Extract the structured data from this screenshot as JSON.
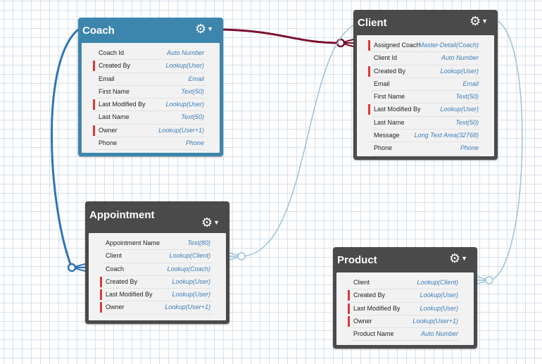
{
  "colors": {
    "coach_header": "#3c86ad",
    "object_header": "#4a4a4a",
    "lookup_link": "#2f74b5",
    "master_detail_link": "#7a1030",
    "light_link": "#9ac3d8",
    "required_marker": "#d9393a",
    "type_text": "#3d7eb8"
  },
  "icons": {
    "settings": "gear-icon",
    "menu": "caret-down-icon"
  },
  "objects": {
    "coach": {
      "title": "Coach",
      "fields": [
        {
          "name": "Coach Id",
          "type": "Auto Number",
          "required": false
        },
        {
          "name": "Created By",
          "type": "Lookup(User)",
          "required": true
        },
        {
          "name": "Email",
          "type": "Email",
          "required": false
        },
        {
          "name": "First Name",
          "type": "Text(50)",
          "required": false
        },
        {
          "name": "Last Modified By",
          "type": "Lookup(User)",
          "required": true
        },
        {
          "name": "Last Name",
          "type": "Text(50)",
          "required": false
        },
        {
          "name": "Owner",
          "type": "Lookup(User+1)",
          "required": true
        },
        {
          "name": "Phone",
          "type": "Phone",
          "required": false
        }
      ]
    },
    "client": {
      "title": "Client",
      "fields": [
        {
          "name": "Assigned Coach",
          "type": "Master-Detail(Coach)",
          "required": true
        },
        {
          "name": "Client Id",
          "type": "Auto Number",
          "required": false
        },
        {
          "name": "Created By",
          "type": "Lookup(User)",
          "required": true
        },
        {
          "name": "Email",
          "type": "Email",
          "required": false
        },
        {
          "name": "First Name",
          "type": "Text(50)",
          "required": false
        },
        {
          "name": "Last Modified By",
          "type": "Lookup(User)",
          "required": true
        },
        {
          "name": "Last Name",
          "type": "Text(50)",
          "required": false
        },
        {
          "name": "Message",
          "type": "Long Text Area(32768)",
          "required": false
        },
        {
          "name": "Phone",
          "type": "Phone",
          "required": false
        }
      ]
    },
    "appointment": {
      "title": "Appointment",
      "fields": [
        {
          "name": "Appointment Name",
          "type": "Text(80)",
          "required": false
        },
        {
          "name": "Client",
          "type": "Lookup(Client)",
          "required": false
        },
        {
          "name": "Coach",
          "type": "Lookup(Coach)",
          "required": false
        },
        {
          "name": "Created By",
          "type": "Lookup(User)",
          "required": true
        },
        {
          "name": "Last Modified By",
          "type": "Lookup(User)",
          "required": true
        },
        {
          "name": "Owner",
          "type": "Lookup(User+1)",
          "required": true
        }
      ]
    },
    "product": {
      "title": "Product",
      "fields": [
        {
          "name": "Client",
          "type": "Lookup(Client)",
          "required": false
        },
        {
          "name": "Created By",
          "type": "Lookup(User)",
          "required": true
        },
        {
          "name": "Last Modified By",
          "type": "Lookup(User)",
          "required": true
        },
        {
          "name": "Owner",
          "type": "Lookup(User+1)",
          "required": true
        },
        {
          "name": "Product Name",
          "type": "Auto Number",
          "required": false
        }
      ]
    }
  }
}
